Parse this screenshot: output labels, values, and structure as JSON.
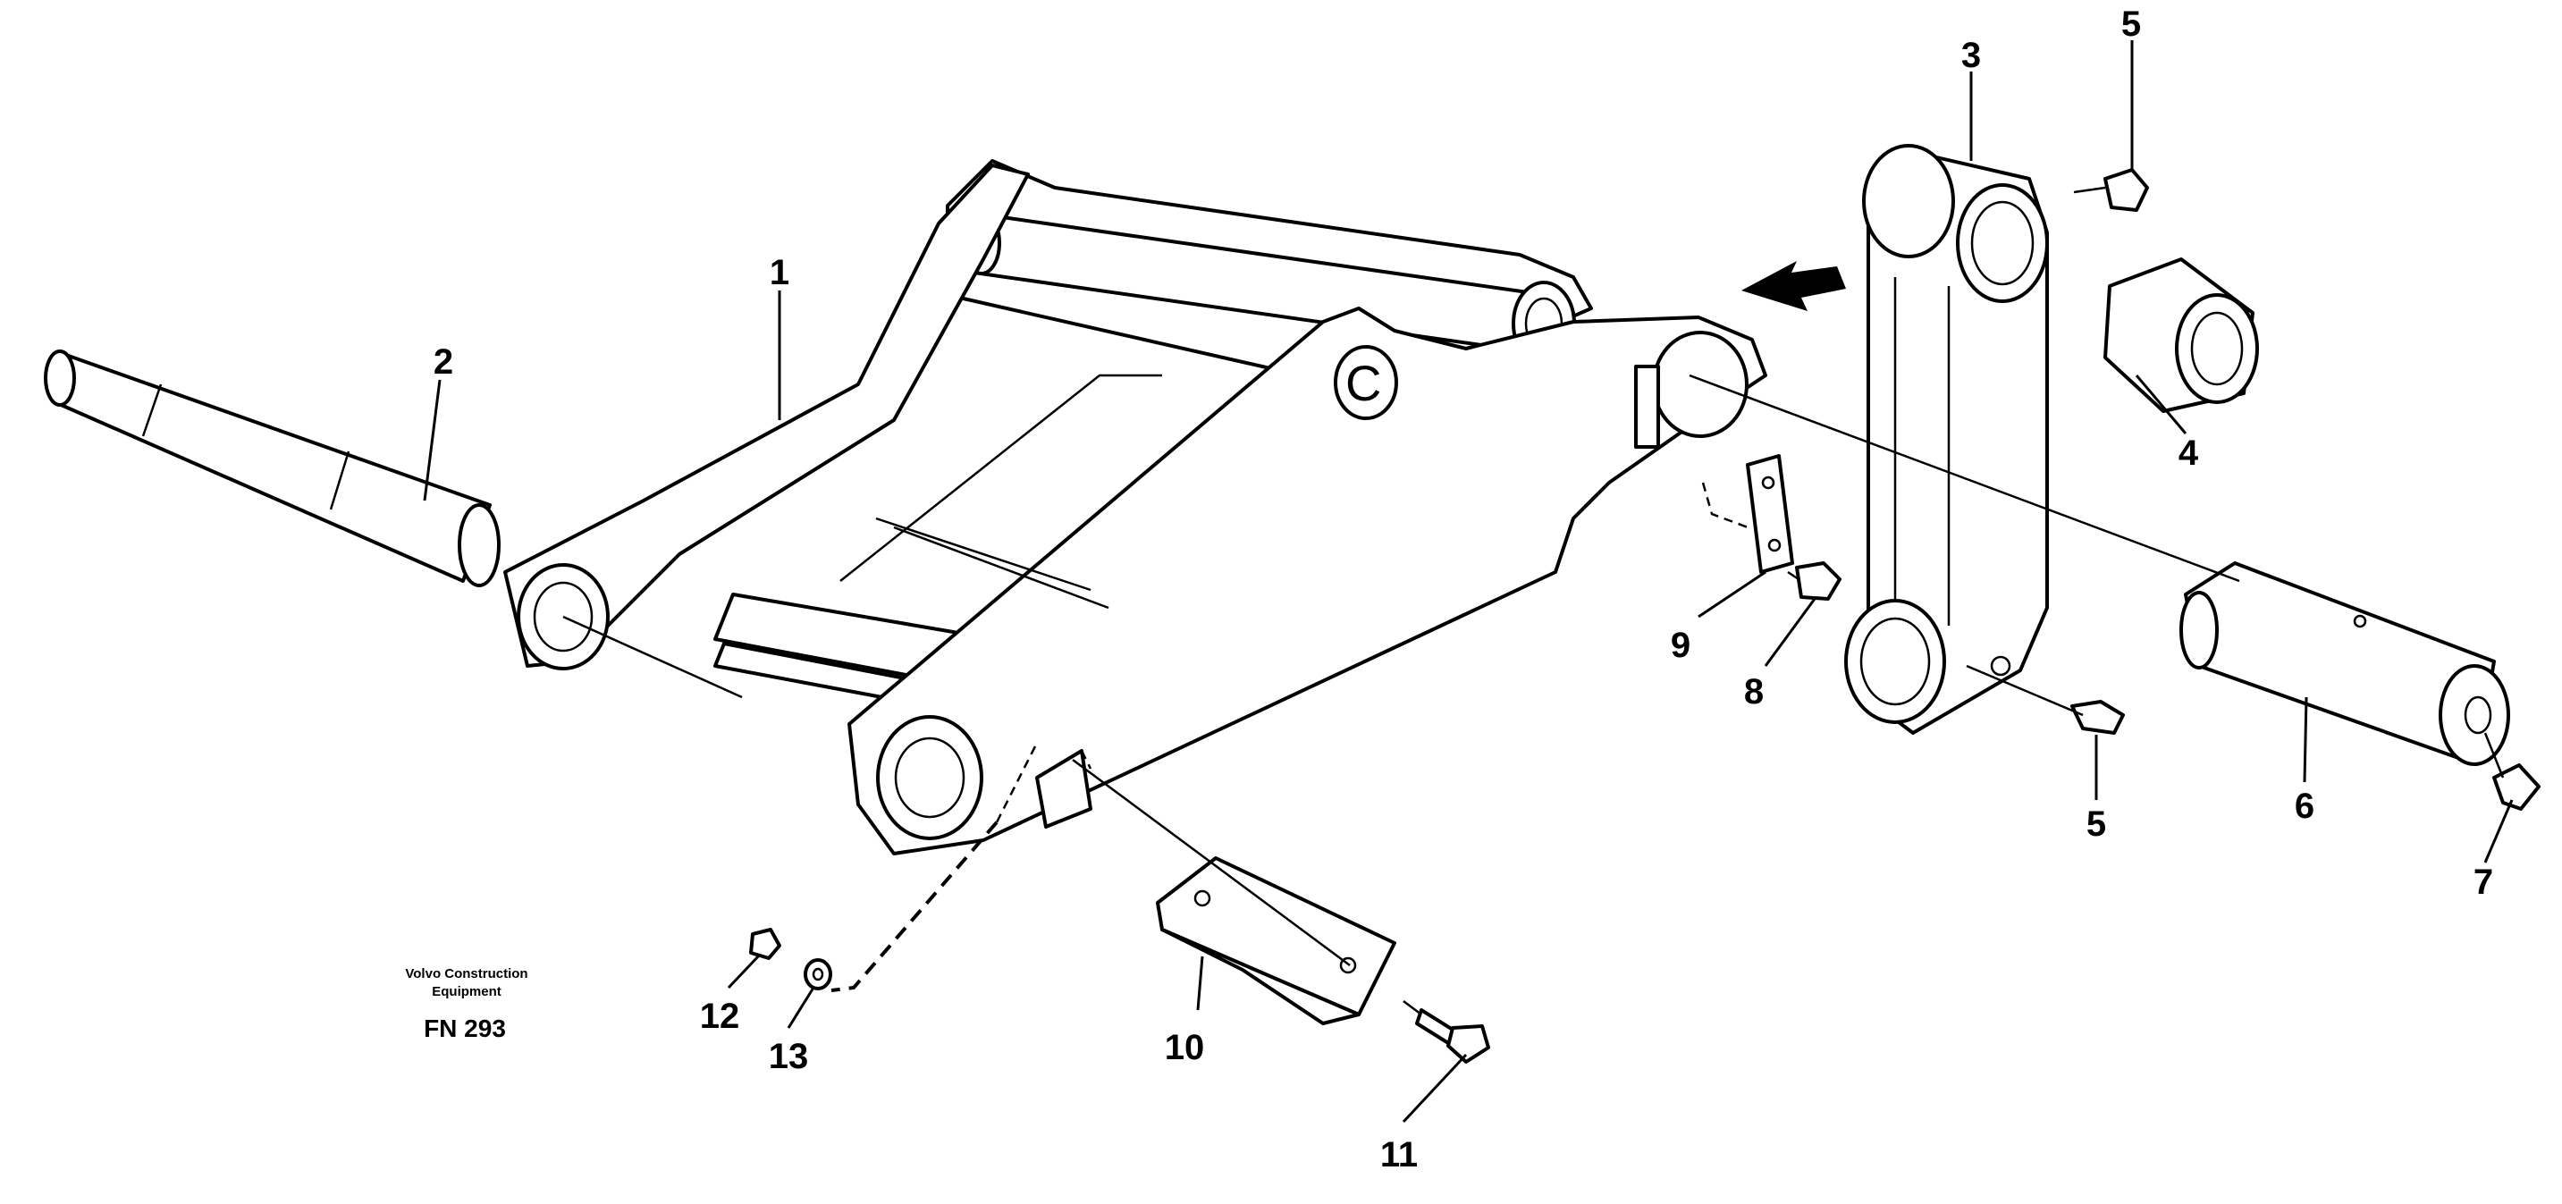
{
  "caption": {
    "line1": "Volvo Construction",
    "line2": "Equipment",
    "code": "FN 293"
  },
  "callouts": [
    {
      "id": "1",
      "label": "1"
    },
    {
      "id": "2",
      "label": "2"
    },
    {
      "id": "3",
      "label": "3"
    },
    {
      "id": "4",
      "label": "4"
    },
    {
      "id": "5a",
      "label": "5"
    },
    {
      "id": "5b",
      "label": "5"
    },
    {
      "id": "6",
      "label": "6"
    },
    {
      "id": "7",
      "label": "7"
    },
    {
      "id": "8",
      "label": "8"
    },
    {
      "id": "9",
      "label": "9"
    },
    {
      "id": "10",
      "label": "10"
    },
    {
      "id": "11",
      "label": "11"
    },
    {
      "id": "12",
      "label": "12"
    },
    {
      "id": "13",
      "label": "13"
    }
  ],
  "colors": {
    "line": "#000000",
    "background": "#ffffff"
  },
  "icons": {
    "direction": "arrow-left-icon"
  }
}
